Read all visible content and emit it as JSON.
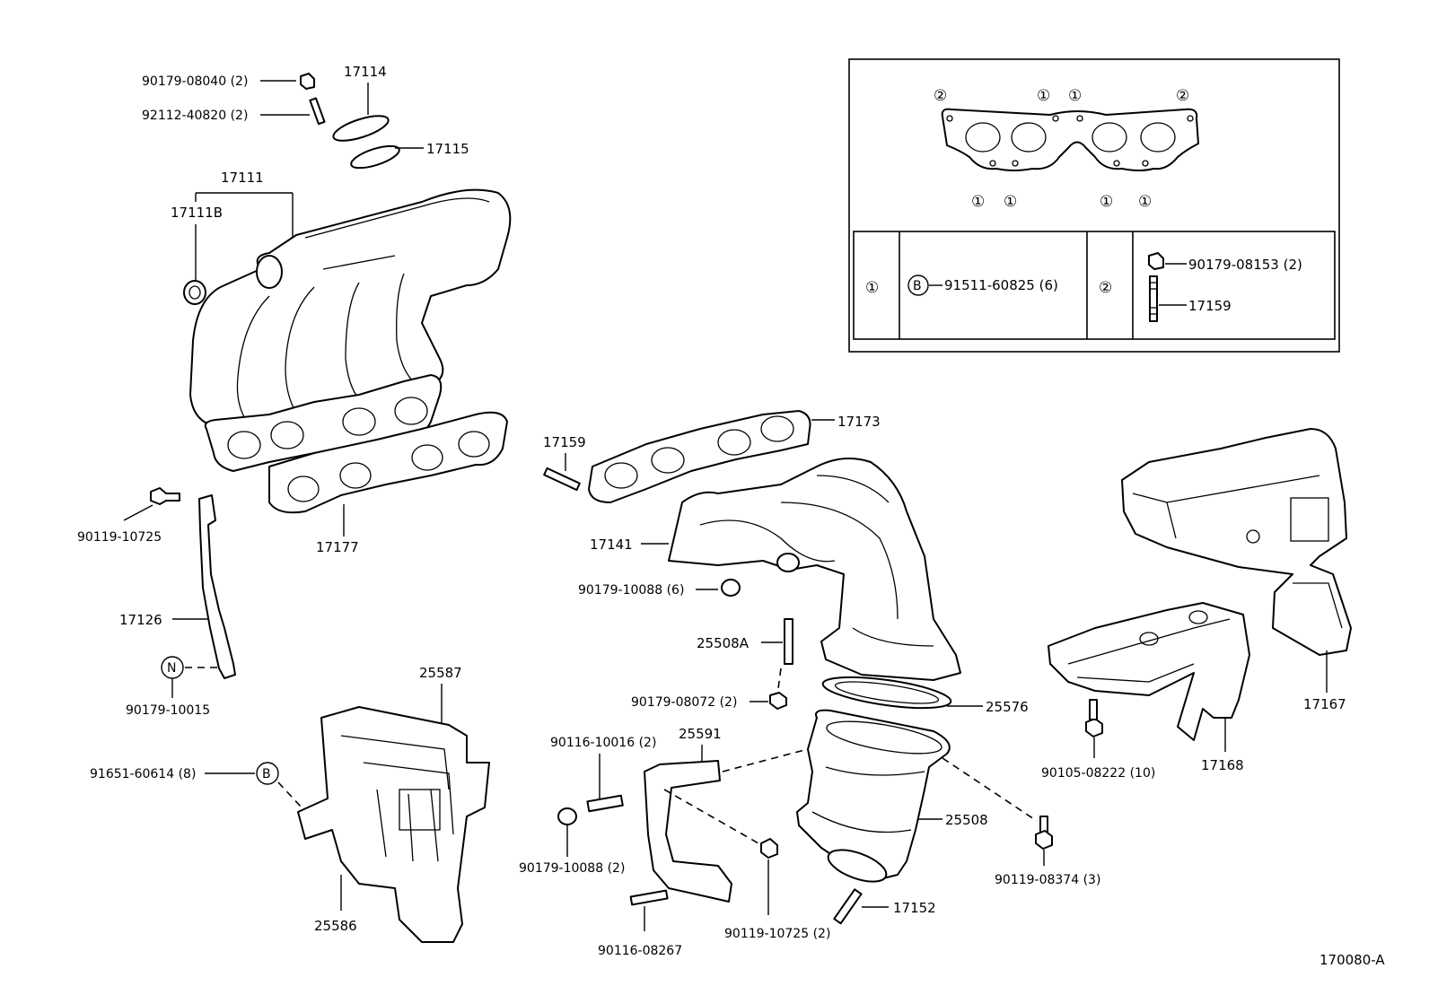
{
  "diagram_id": "170080-A",
  "parts": {
    "p90179_08040": "90179-08040 (2)",
    "p17114": "17114",
    "p92112_40820": "92112-40820 (2)",
    "p17115": "17115",
    "p17111": "17111",
    "p17111B": "17111B",
    "p90119_10725a": "90119-10725",
    "p17177": "17177",
    "p17126": "17126",
    "p90179_10015": "90179-10015",
    "p25587": "25587",
    "p91651_60614": "91651-60614 (8)",
    "p25586": "25586",
    "p17159a": "17159",
    "p17173": "17173",
    "p17141": "17141",
    "p90179_10088a": "90179-10088 (6)",
    "p25508A": "25508A",
    "p90179_08072": "90179-08072 (2)",
    "p25576": "25576",
    "p90116_10016": "90116-10016 (2)",
    "p25591": "25591",
    "p25508": "25508",
    "p90179_10088b": "90179-10088 (2)",
    "p90116_08267": "90116-08267",
    "p90119_10725b": "90119-10725 (2)",
    "p17152": "17152",
    "p90119_08374": "90119-08374 (3)",
    "p90105_08222": "90105-08222 (10)",
    "p17168": "17168",
    "p17167": "17167"
  },
  "inset": {
    "marker_1": "①",
    "marker_2": "②",
    "marker_B": "B",
    "marker_N": "N",
    "p91511_60825": "91511-60825 (6)",
    "p90179_08153": "90179-08153 (2)",
    "p17159b": "17159"
  }
}
